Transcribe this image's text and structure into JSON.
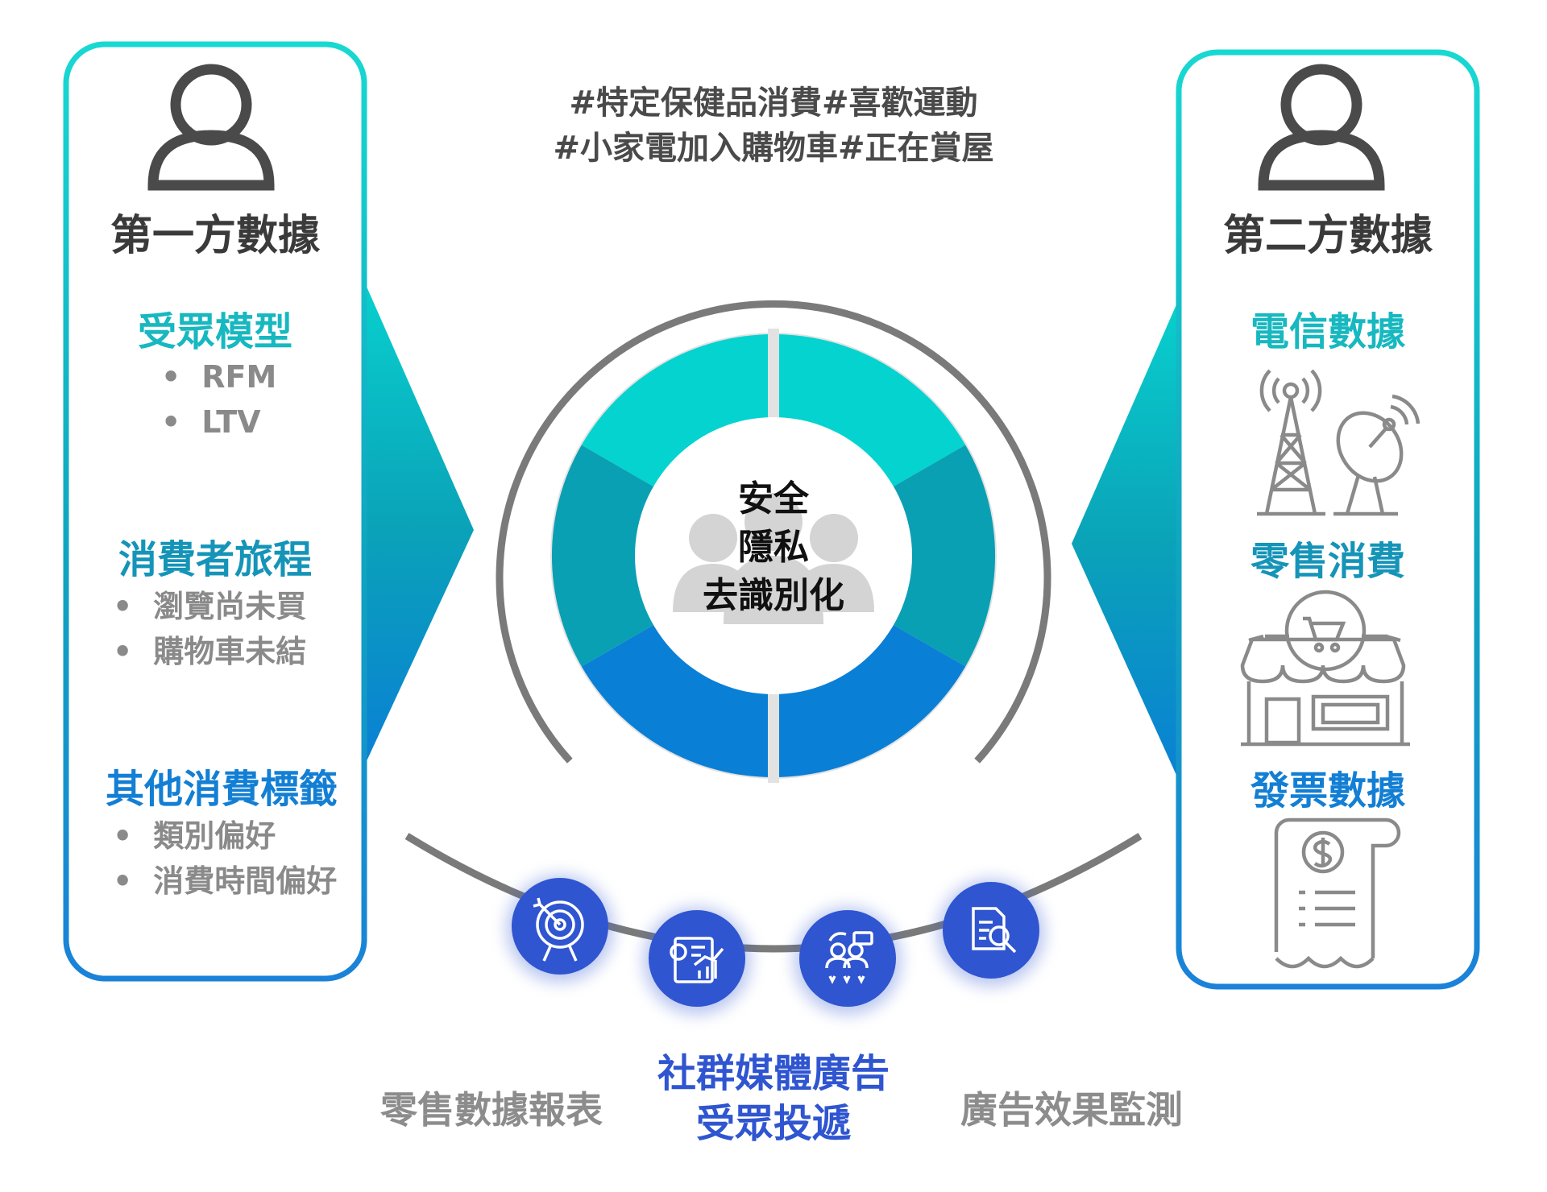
{
  "top_tags": {
    "line1": "#特定保健品消費#喜歡運動",
    "line2": "#小家電加入購物車#正在賞屋"
  },
  "left_panel": {
    "title": "第一方數據",
    "icon": "user-icon",
    "sections": [
      {
        "heading": "受眾模型",
        "items": [
          "RFM",
          "LTV"
        ]
      },
      {
        "heading": "消費者旅程",
        "items": [
          "瀏覽尚未買",
          "購物車未結"
        ]
      },
      {
        "heading": "其他消費標籤",
        "items": [
          "類別偏好",
          "消費時間偏好"
        ]
      }
    ]
  },
  "right_panel": {
    "title": "第二方數據",
    "icon": "user-icon",
    "sections": [
      {
        "heading": "電信數據",
        "icon": "telecom-tower-icon"
      },
      {
        "heading": "零售消費",
        "icon": "retail-store-icon"
      },
      {
        "heading": "發票數據",
        "icon": "invoice-receipt-icon"
      }
    ]
  },
  "center": {
    "lines": [
      "安全",
      "隱私",
      "去識別化"
    ],
    "icon": "people-group-icon"
  },
  "bottom": {
    "icons": [
      "target-icon",
      "analytics-report-icon",
      "audience-rating-icon",
      "document-search-icon"
    ],
    "labels": {
      "left": "零售數據報表",
      "middle_line1": "社群媒體廣告",
      "middle_line2": "受眾投遞",
      "right": "廣告效果監測"
    }
  },
  "colors": {
    "teal": "#05d3cf",
    "mid": "#0aa0b4",
    "blue": "#0a7fd6",
    "icon_circle": "#2f55d0",
    "gray_ring": "#e2e2e2",
    "gray_arc": "#7a7a7a"
  }
}
